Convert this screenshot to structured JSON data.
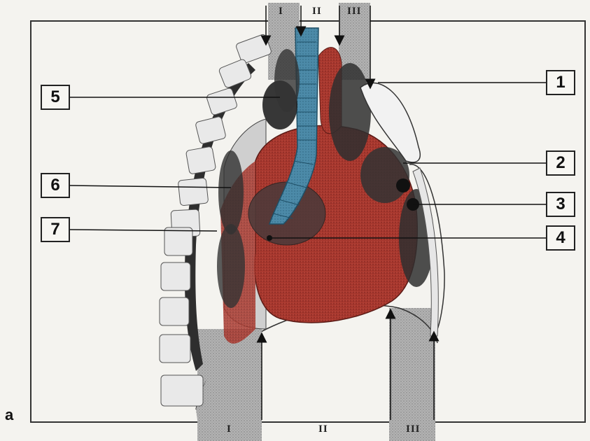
{
  "panel_letter": "a",
  "zones_top": [
    "I",
    "II",
    "III"
  ],
  "zones_bottom": [
    "I",
    "II",
    "III"
  ],
  "callouts": [
    "1",
    "2",
    "3",
    "4",
    "5",
    "6",
    "7"
  ],
  "colors": {
    "paper": "#f4f3ef",
    "heart": "#9a2f28",
    "trachea": "#4b89a8",
    "vessel_dark": "#2f2f2f",
    "bone": "#e8e8e8",
    "zone_band": "#a8a8a8"
  }
}
